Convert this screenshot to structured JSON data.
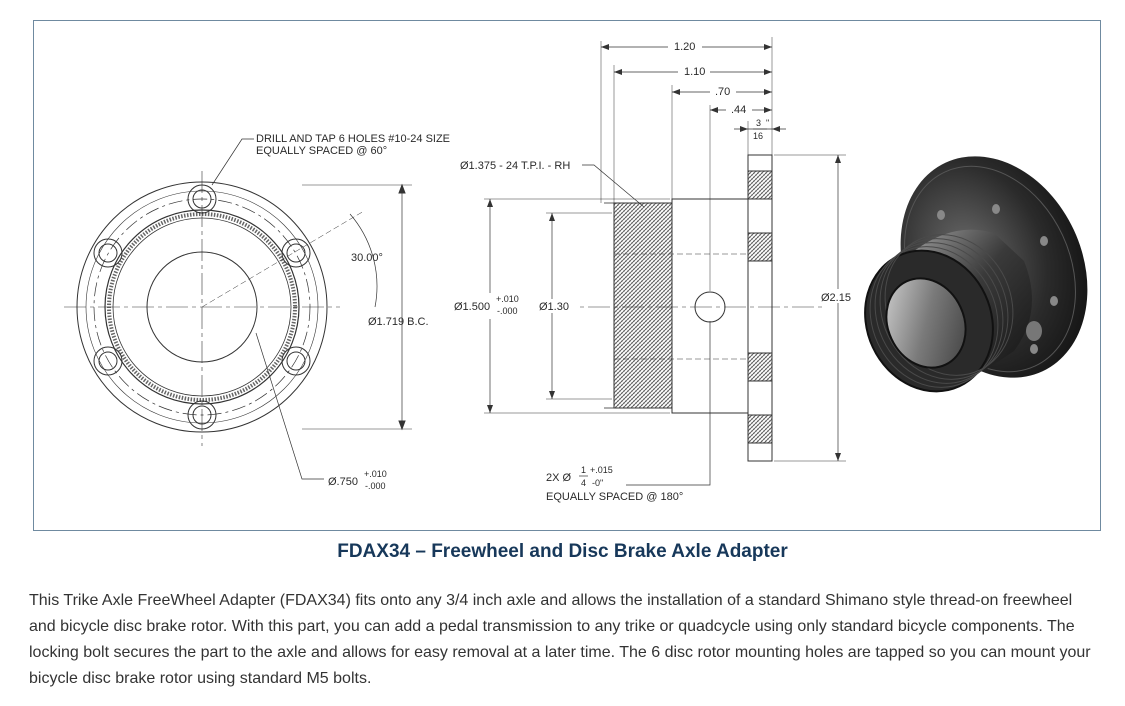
{
  "figure": {
    "front_view": {
      "drill_note_line1": "DRILL AND TAP 6 HOLES #10-24 SIZE",
      "drill_note_line2": "EQUALLY SPACED @ 60°",
      "angle_label": "30.00°",
      "bolt_circle_label": "Ø1.719 B.C.",
      "bore_dia": "Ø.750",
      "bore_tol_plus": "+.010",
      "bore_tol_minus": "-.000"
    },
    "side_view": {
      "dim_overall": "1.20",
      "dim_1_10": "1.10",
      "dim_0_70": ".70",
      "dim_0_44": ".44",
      "flange_num": "3",
      "flange_den": "16",
      "flange_unit": "\"",
      "thread_note": "Ø1.375 - 24 T.P.I. - RH",
      "dia_1_500": "Ø1.500",
      "tol_1_500_plus": "+.010",
      "tol_1_500_minus": "-.000",
      "dia_1_30": "Ø1.30",
      "dia_2_15": "Ø2.15",
      "hole_prefix": "2X Ø",
      "hole_num": "1",
      "hole_den": "4",
      "hole_tol_plus": "+.015",
      "hole_tol_minus": "-0\"",
      "hole_note": "EQUALLY SPACED @ 180°"
    }
  },
  "caption": "FDAX34 – Freewheel and Disc Brake Axle Adapter",
  "description": "This Trike Axle FreeWheel Adapter (FDAX34) fits onto any 3/4 inch axle and allows the installation of a standard Shimano style thread-on freewheel and bicycle disc brake rotor. With this part, you can add a pedal transmission to any trike or quadcycle using only standard bicycle components. The locking bolt secures the part to the axle and allows for easy removal at a later time. The 6 disc rotor mounting holes are tapped so you can mount your bicycle disc brake rotor using  standard M5 bolts."
}
